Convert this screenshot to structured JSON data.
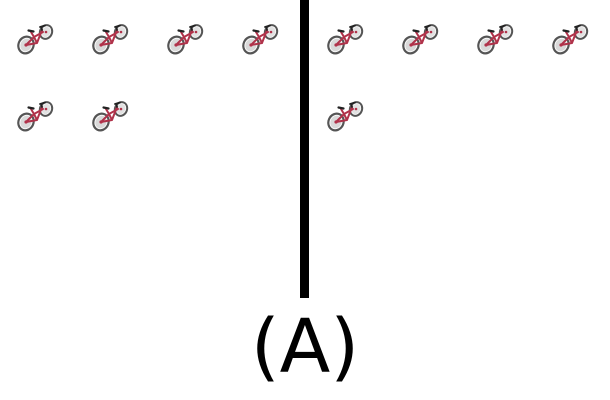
{
  "caption": "(A)",
  "panels": [
    {
      "name": "left",
      "count": 6
    },
    {
      "name": "right",
      "count": 5
    }
  ],
  "icon": "bicycle-icon",
  "colors": {
    "frame": "#b0324a",
    "tire": "#555555",
    "divider": "#000000"
  }
}
